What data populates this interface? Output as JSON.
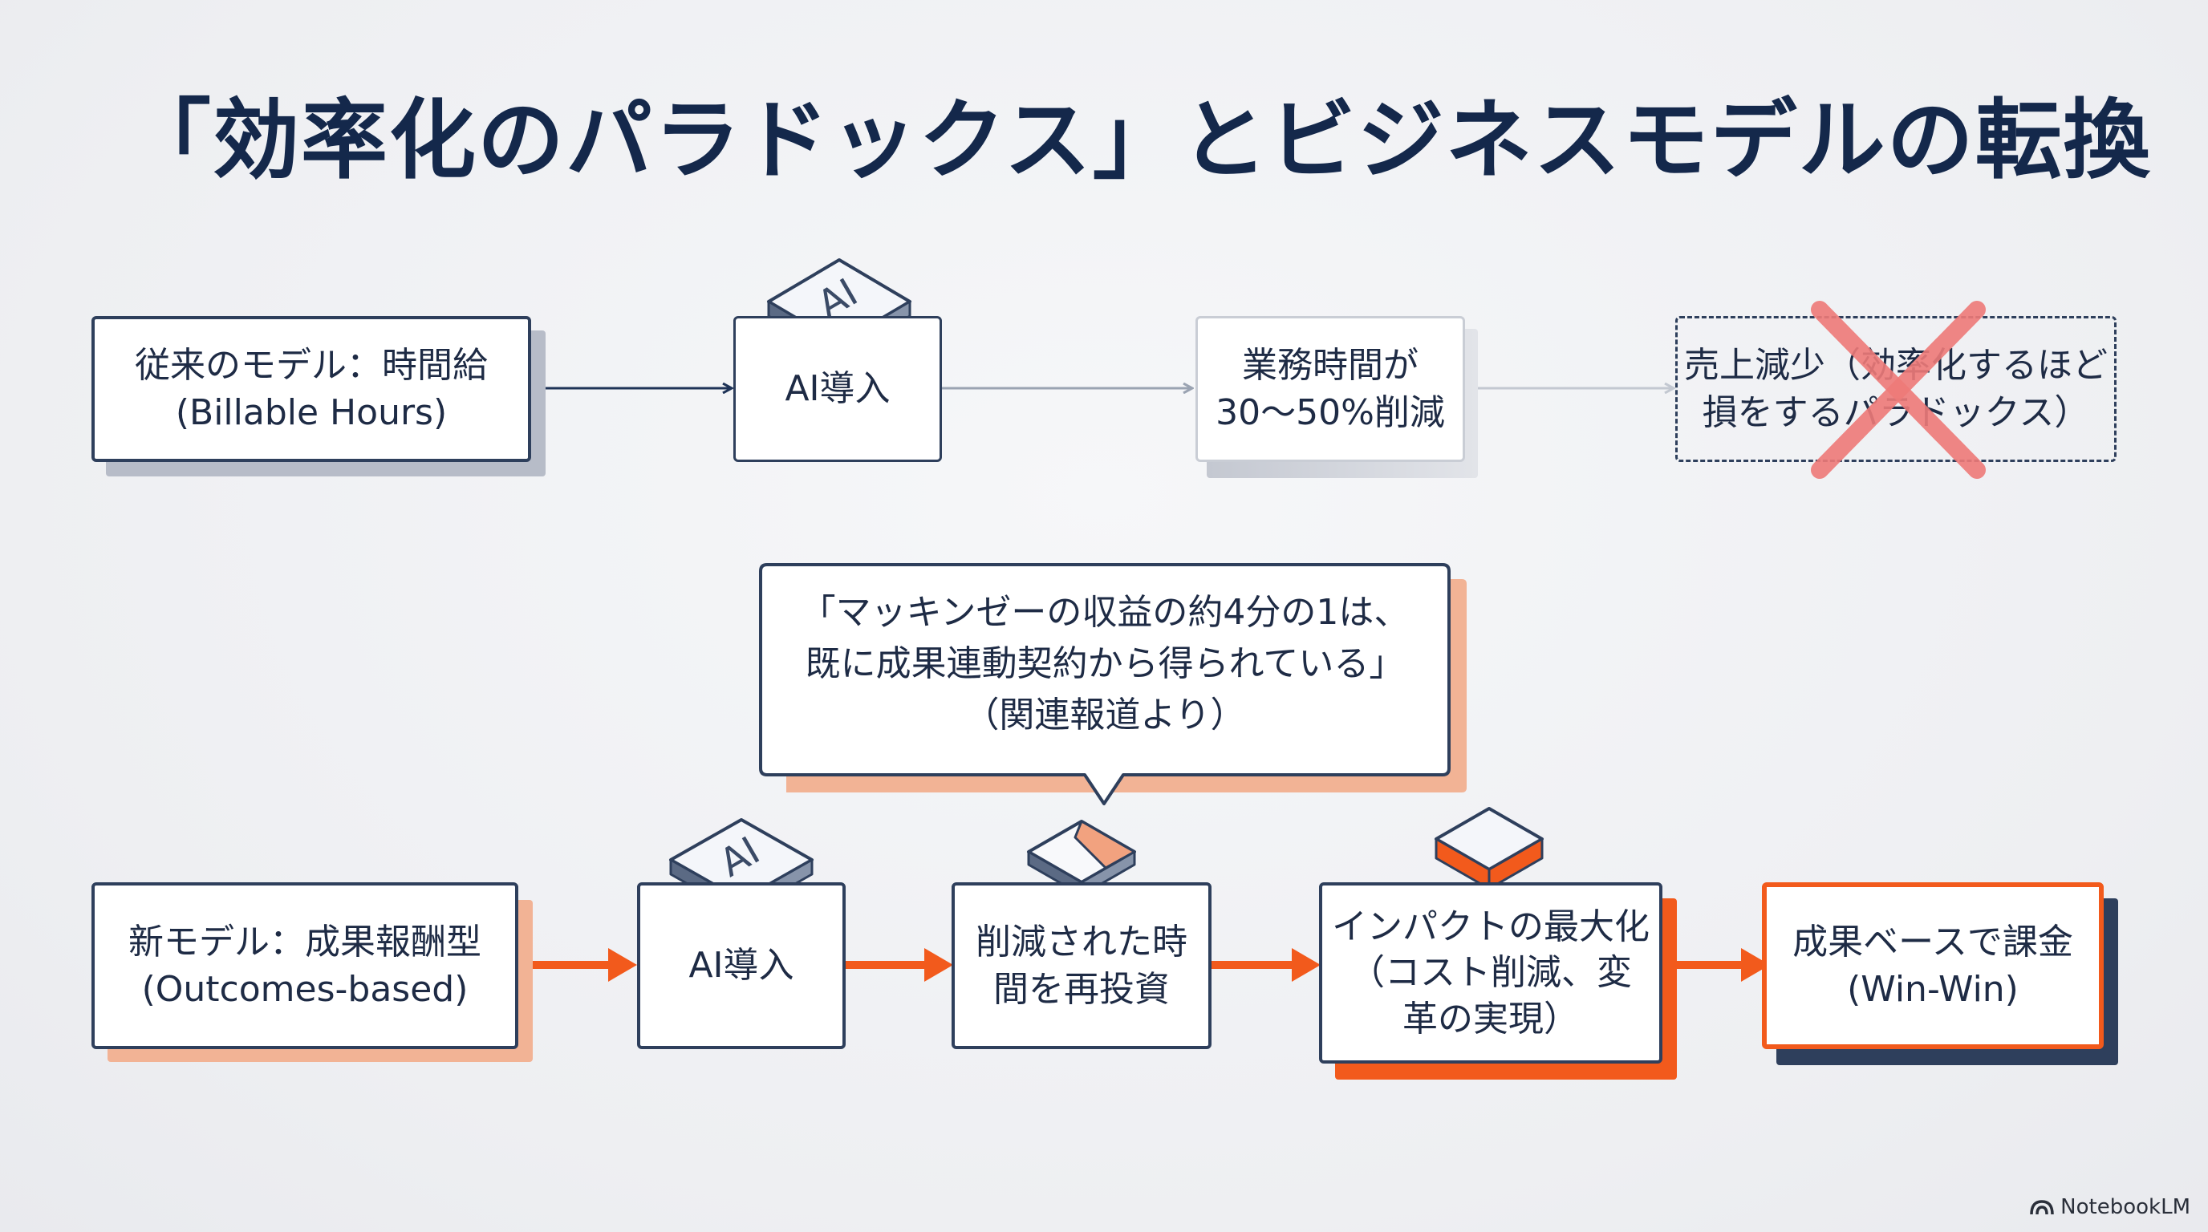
{
  "title": "「効率化のパラドックス」とビジネスモデルの転換",
  "old_flow": {
    "model": {
      "line1": "従来のモデル：時間給",
      "line2": "(Billable Hours)"
    },
    "ai_step": {
      "label": "AI導入",
      "icon_text": "AI"
    },
    "reduction": {
      "line1": "業務時間が",
      "line2": "30〜50%削減"
    },
    "paradox": {
      "line1": "売上減少（効率化するほど",
      "line2": "損をするパラドックス）"
    }
  },
  "quote": {
    "line1": "「マッキンゼーの収益の約4分の1は、",
    "line2": "既に成果連動契約から得られている」",
    "line3": "（関連報道より）"
  },
  "new_flow": {
    "model": {
      "line1": "新モデル：成果報酬型",
      "line2": "(Outcomes-based)"
    },
    "ai_step": {
      "label": "AI導入",
      "icon_text": "AI"
    },
    "reinvest": {
      "line1": "削減された時",
      "line2": "間を再投資"
    },
    "impact": {
      "line1": "インパクトの最大化",
      "line2": "（コスト削減、変",
      "line3": "革の実現）"
    },
    "billing": {
      "line1": "成果ベースで課金",
      "line2": "(Win-Win)"
    }
  },
  "brand": {
    "name": "NotebookLM",
    "icon": "notebooklm-logo-icon"
  },
  "colors": {
    "navy": "#14284b",
    "border": "#2e3f5c",
    "accent_orange": "#f25a1c",
    "salmon": "#f2b395",
    "cross_red": "#ee7a78",
    "shadow_gray": "#b7bcc8"
  }
}
